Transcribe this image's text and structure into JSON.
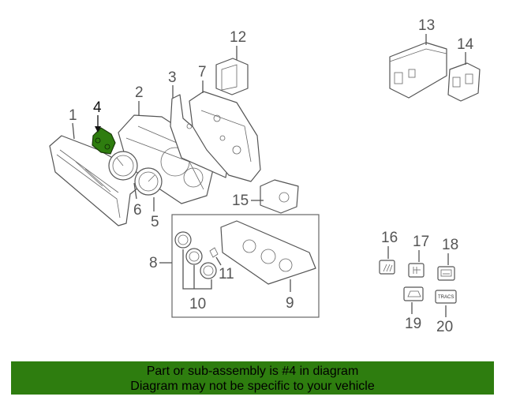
{
  "diagram": {
    "highlighted_part": "4",
    "highlight_color": "#2e7d0f",
    "callouts": {
      "c1": "1",
      "c2": "2",
      "c3": "3",
      "c4": "4",
      "c5": "5",
      "c6": "6",
      "c7": "7",
      "c8": "8",
      "c9": "9",
      "c10": "10",
      "c11": "11",
      "c12": "12",
      "c13": "13",
      "c14": "14",
      "c15": "15",
      "c16": "16",
      "c17": "17",
      "c18": "18",
      "c19": "19",
      "c20": "20"
    },
    "switch_labels": {
      "traction": "TRACS"
    }
  },
  "banner": {
    "line1": "Part or sub-assembly is #4 in diagram",
    "line2": "Diagram may not be specific to your vehicle",
    "background": "#2e7d0f"
  }
}
